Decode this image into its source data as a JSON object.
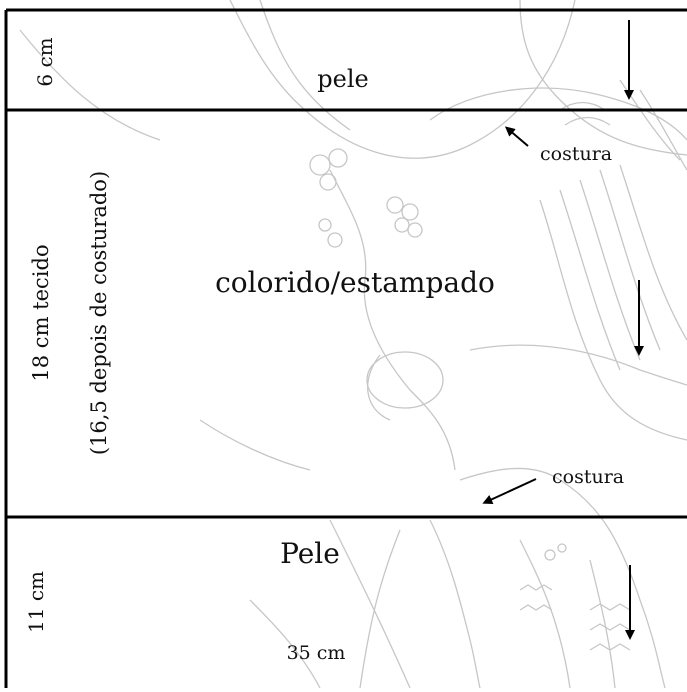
{
  "sections": {
    "top": {
      "height_label": "6 cm",
      "material_label": "pele"
    },
    "middle": {
      "height_label_line1": "18 cm tecido",
      "height_label_line2": "(16,5 depois de costurado)",
      "material_label": "colorido/estampado",
      "seam_label_top": "costura",
      "seam_label_bottom": "costura"
    },
    "bottom": {
      "height_label": "11 cm",
      "material_label": "Pele",
      "width_label": "35 cm"
    }
  },
  "colors": {
    "line": "#000000",
    "sketch": "#b9b9b9",
    "text": "#111111"
  }
}
